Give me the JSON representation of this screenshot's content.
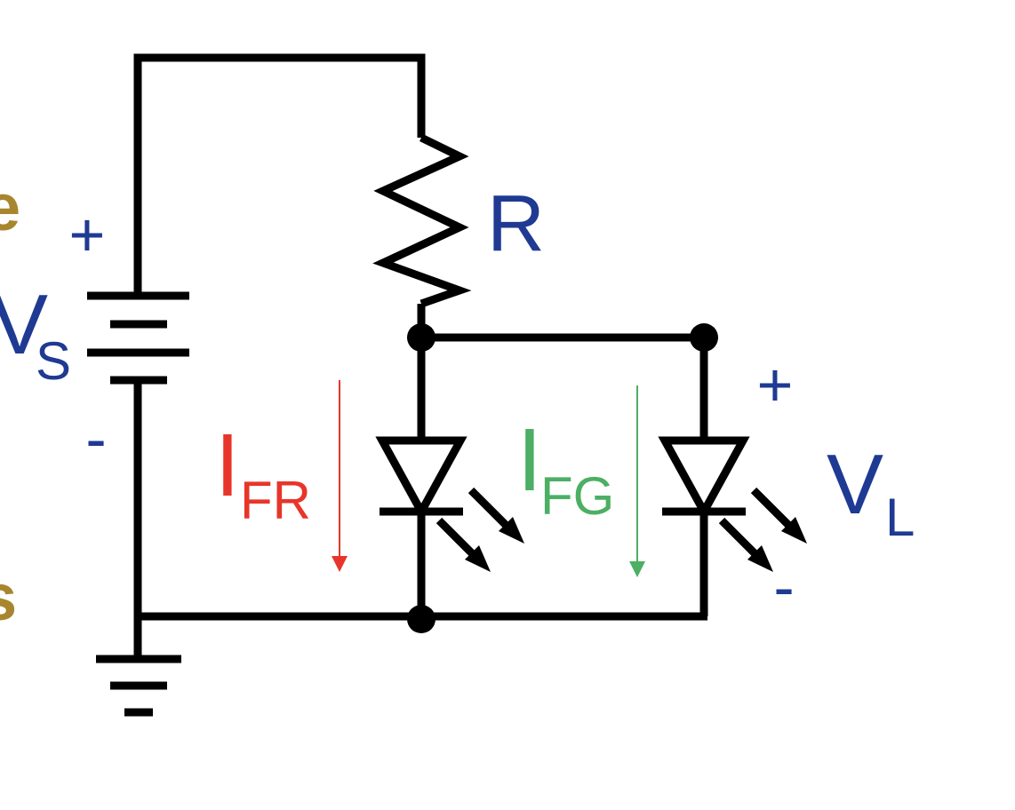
{
  "colors": {
    "wire": "#000000",
    "label_blue": "#1f3a93",
    "red": "#e8352a",
    "green": "#4caf64",
    "cropped_text": "#a8862e"
  },
  "labels": {
    "resistor": "R",
    "source_main": "V",
    "source_sub": "S",
    "source_plus": "+",
    "source_minus": "-",
    "red_current_main": "I",
    "red_current_sub": "FR",
    "green_current_main": "I",
    "green_current_sub": "FG",
    "led_voltage_main": "V",
    "led_voltage_sub": "L",
    "led_plus": "+",
    "led_minus": "-"
  },
  "cropped_left_text": [
    "e",
    "s"
  ],
  "icons": {
    "battery": "battery-icon",
    "resistor": "resistor-icon",
    "red_led": "led-icon",
    "green_led": "led-icon",
    "ground": "ground-icon"
  }
}
